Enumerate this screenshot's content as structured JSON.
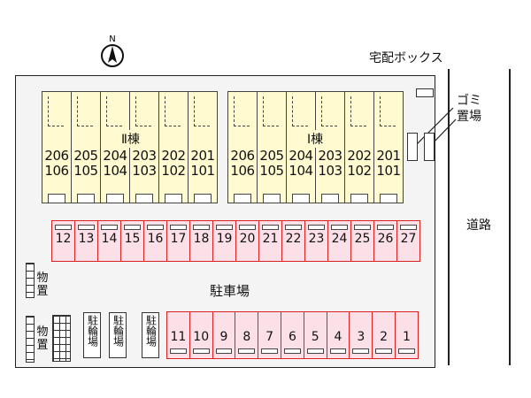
{
  "labels": {
    "delivery_box": "宅配ボックス",
    "garbage_line1": "ゴミ",
    "garbage_line2": "置場",
    "road": "道路",
    "parking": "駐車場",
    "storage": "物置",
    "bike_parking": "駐輪場",
    "north": "N"
  },
  "buildings": {
    "left": {
      "name": "Ⅱ棟",
      "units": [
        {
          "upper": "206",
          "lower": "106"
        },
        {
          "upper": "205",
          "lower": "105"
        },
        {
          "upper": "204",
          "lower": "104"
        },
        {
          "upper": "203",
          "lower": "103"
        },
        {
          "upper": "202",
          "lower": "102"
        },
        {
          "upper": "201",
          "lower": "101"
        }
      ]
    },
    "right": {
      "name": "Ⅰ棟",
      "units": [
        {
          "upper": "206",
          "lower": "106"
        },
        {
          "upper": "205",
          "lower": "105"
        },
        {
          "upper": "204",
          "lower": "104"
        },
        {
          "upper": "203",
          "lower": "103"
        },
        {
          "upper": "202",
          "lower": "102"
        },
        {
          "upper": "201",
          "lower": "101"
        }
      ]
    }
  },
  "parking": {
    "top_row": [
      "12",
      "13",
      "14",
      "15",
      "16",
      "17",
      "18",
      "19",
      "20",
      "21",
      "22",
      "23",
      "24",
      "25",
      "26",
      "27"
    ],
    "bottom_row": [
      "11",
      "10",
      "9",
      "8",
      "7",
      "6",
      "5",
      "4",
      "3",
      "2",
      "1"
    ]
  },
  "colors": {
    "building_fill": "#fffad0",
    "stall_fill": "#fbe0e8",
    "stall_border": "#dd2222"
  }
}
